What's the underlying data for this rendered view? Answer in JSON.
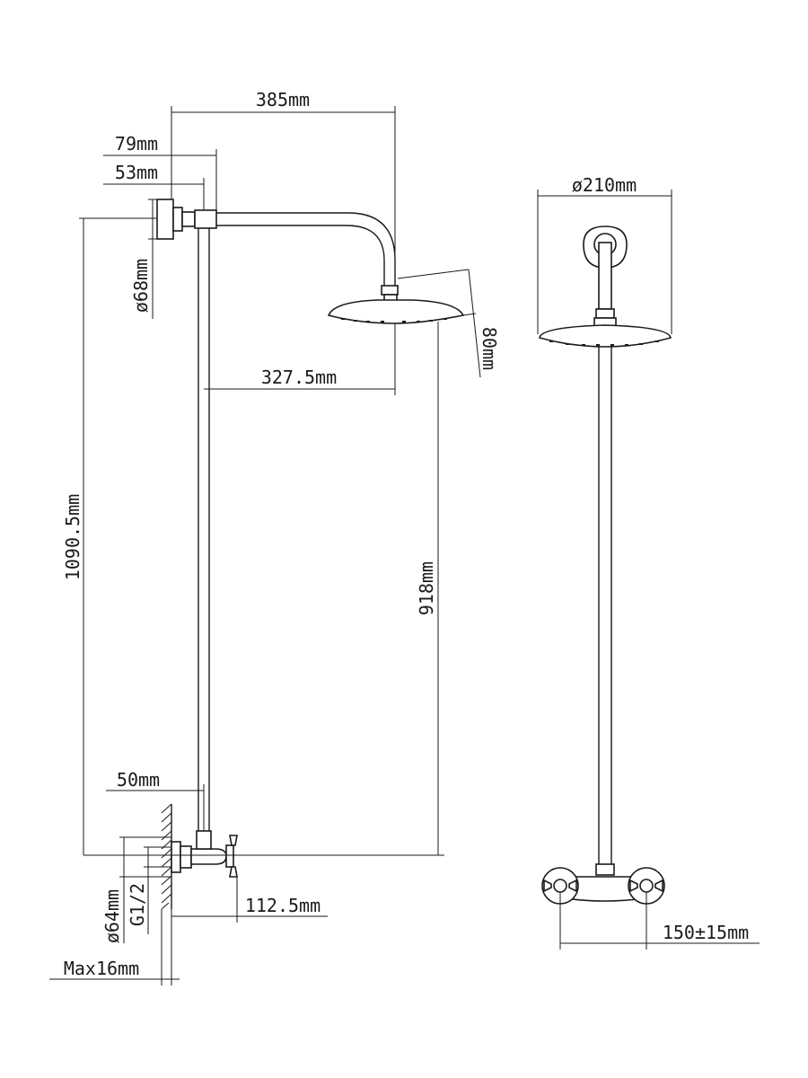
{
  "side_view": {
    "dimensions": {
      "arm_reach": "385mm",
      "flange_to_pipe": "79mm",
      "wall_to_pipe": "53mm",
      "flange_diameter": "ø68mm",
      "head_height": "80mm",
      "pipe_to_head_center": "327.5mm",
      "total_height": "1090.5mm",
      "valve_to_head": "918mm",
      "valve_wall_offset": "50mm",
      "mixer_depth": "112.5mm",
      "inlet_diameter": "ø64mm",
      "thread": "G1/2",
      "max_depth": "Max16mm"
    }
  },
  "front_view": {
    "dimensions": {
      "head_diameter": "ø210mm",
      "center_distance": "150±15mm"
    }
  }
}
